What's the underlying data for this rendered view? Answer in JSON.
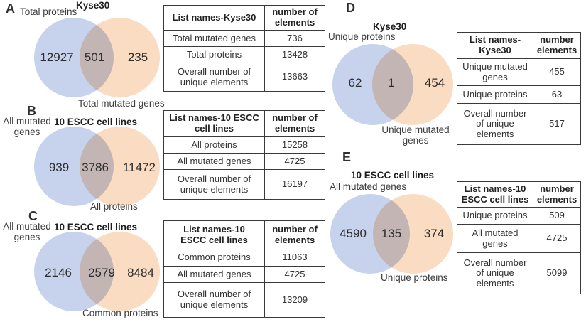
{
  "colors": {
    "set_blue": "#c7d2ec",
    "set_orange": "#f9dcc2",
    "overlap_blend": "#d8c1b4",
    "table_border": "#3a3a3a",
    "text": "#333333"
  },
  "chart_data": [
    {
      "type": "venn",
      "panel": "A",
      "title": "Kyse30",
      "sets": {
        "left": "Total proteins",
        "right": "Total mutated genes"
      },
      "counts": {
        "left_only": 12927,
        "overlap": 501,
        "right_only": 235
      },
      "table": {
        "headers": [
          "List names-Kyse30",
          "number of\nelements"
        ],
        "rows": [
          [
            "Total mutated genes",
            736
          ],
          [
            "Total proteins",
            13428
          ],
          [
            "Overall number of\nunique elements",
            13663
          ]
        ]
      }
    },
    {
      "type": "venn",
      "panel": "B",
      "title": "10 ESCC cell lines",
      "sets": {
        "left": "All mutated\ngenes",
        "right": "All proteins"
      },
      "counts": {
        "left_only": 939,
        "overlap": 3786,
        "right_only": 11472
      },
      "table": {
        "headers": [
          "List names-10 ESCC\ncell lines",
          "number of\nelements"
        ],
        "rows": [
          [
            "All proteins",
            15258
          ],
          [
            "All mutated genes",
            4725
          ],
          [
            "Overall number of\nunique elements",
            16197
          ]
        ]
      }
    },
    {
      "type": "venn",
      "panel": "C",
      "title": "10 ESCC cell lines",
      "sets": {
        "left": "All mutated\ngenes",
        "right": "Common proteins"
      },
      "counts": {
        "left_only": 2146,
        "overlap": 2579,
        "right_only": 8484
      },
      "table": {
        "headers": [
          "List names-10\nESCC cell lines",
          "number of\nelements"
        ],
        "rows": [
          [
            "Common proteins",
            11063
          ],
          [
            "All mutated genes",
            4725
          ],
          [
            "Overall number of\nunique elements",
            13209
          ]
        ]
      }
    },
    {
      "type": "venn",
      "panel": "D",
      "title": "Kyse30",
      "sets": {
        "left": "Unique proteins",
        "right": "Unique mutated\ngenes"
      },
      "counts": {
        "left_only": 62,
        "overlap": 1,
        "right_only": 454
      },
      "table": {
        "headers": [
          "List names-\nKyse30",
          "number\nelements"
        ],
        "rows": [
          [
            "Unique mutated\ngenes",
            455
          ],
          [
            "Unique proteins",
            63
          ],
          [
            "Overall number\nof unique\nelements",
            517
          ]
        ]
      }
    },
    {
      "type": "venn",
      "panel": "E",
      "title": "10 ESCC cell lines",
      "sets": {
        "left": "All mutated genes",
        "right": "Unique proteins"
      },
      "counts": {
        "left_only": 4590,
        "overlap": 135,
        "right_only": 374
      },
      "table": {
        "headers": [
          "List names-10\nESCC cell lines",
          "number\nelements"
        ],
        "rows": [
          [
            "Unique proteins",
            509
          ],
          [
            "All mutated\ngenes",
            4725
          ],
          [
            "Overall number\nof unique\nelements",
            5099
          ]
        ]
      }
    }
  ]
}
